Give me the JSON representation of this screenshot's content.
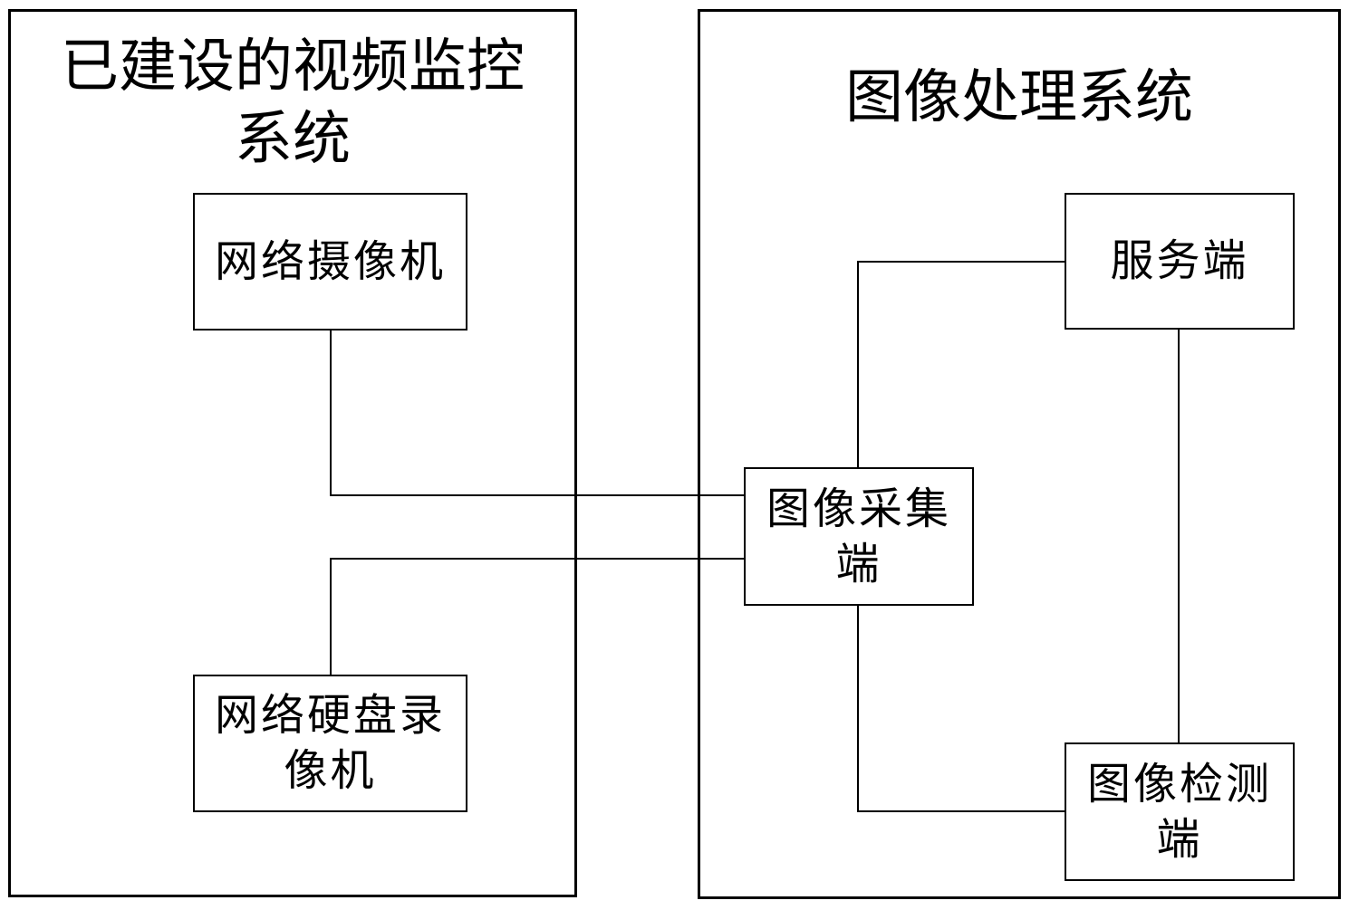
{
  "page": {
    "background_color": "#ffffff",
    "line_color": "#000000",
    "text_color": "#000000"
  },
  "groups": {
    "surveillance_system": {
      "title": "已建设的视频监控系统",
      "title_lines": [
        "已建设的视频监控",
        "系统"
      ]
    },
    "image_processing_system": {
      "title": "图像处理系统",
      "title_lines": [
        "图像处理系统"
      ]
    }
  },
  "nodes": {
    "network_camera": {
      "label": "网络摄像机",
      "lines": [
        "网络摄像机"
      ],
      "group": "surveillance_system"
    },
    "network_dvr": {
      "label": "网络硬盘录像机",
      "lines": [
        "网络硬盘录",
        "像机"
      ],
      "group": "surveillance_system"
    },
    "image_collection_terminal": {
      "label": "图像采集端",
      "lines": [
        "图像采集",
        "端"
      ],
      "group": "image_processing_system"
    },
    "server_terminal": {
      "label": "服务端",
      "lines": [
        "服务端"
      ],
      "group": "image_processing_system"
    },
    "image_detection_terminal": {
      "label": "图像检测端",
      "lines": [
        "图像检测",
        "端"
      ],
      "group": "image_processing_system"
    }
  },
  "connections": [
    {
      "from": "network_camera",
      "to": "image_collection_terminal",
      "style": "elbow"
    },
    {
      "from": "network_dvr",
      "to": "image_collection_terminal",
      "style": "elbow"
    },
    {
      "from": "image_collection_terminal",
      "to": "server_terminal",
      "style": "elbow"
    },
    {
      "from": "image_collection_terminal",
      "to": "image_detection_terminal",
      "style": "elbow"
    },
    {
      "from": "server_terminal",
      "to": "image_detection_terminal",
      "style": "straight"
    }
  ]
}
